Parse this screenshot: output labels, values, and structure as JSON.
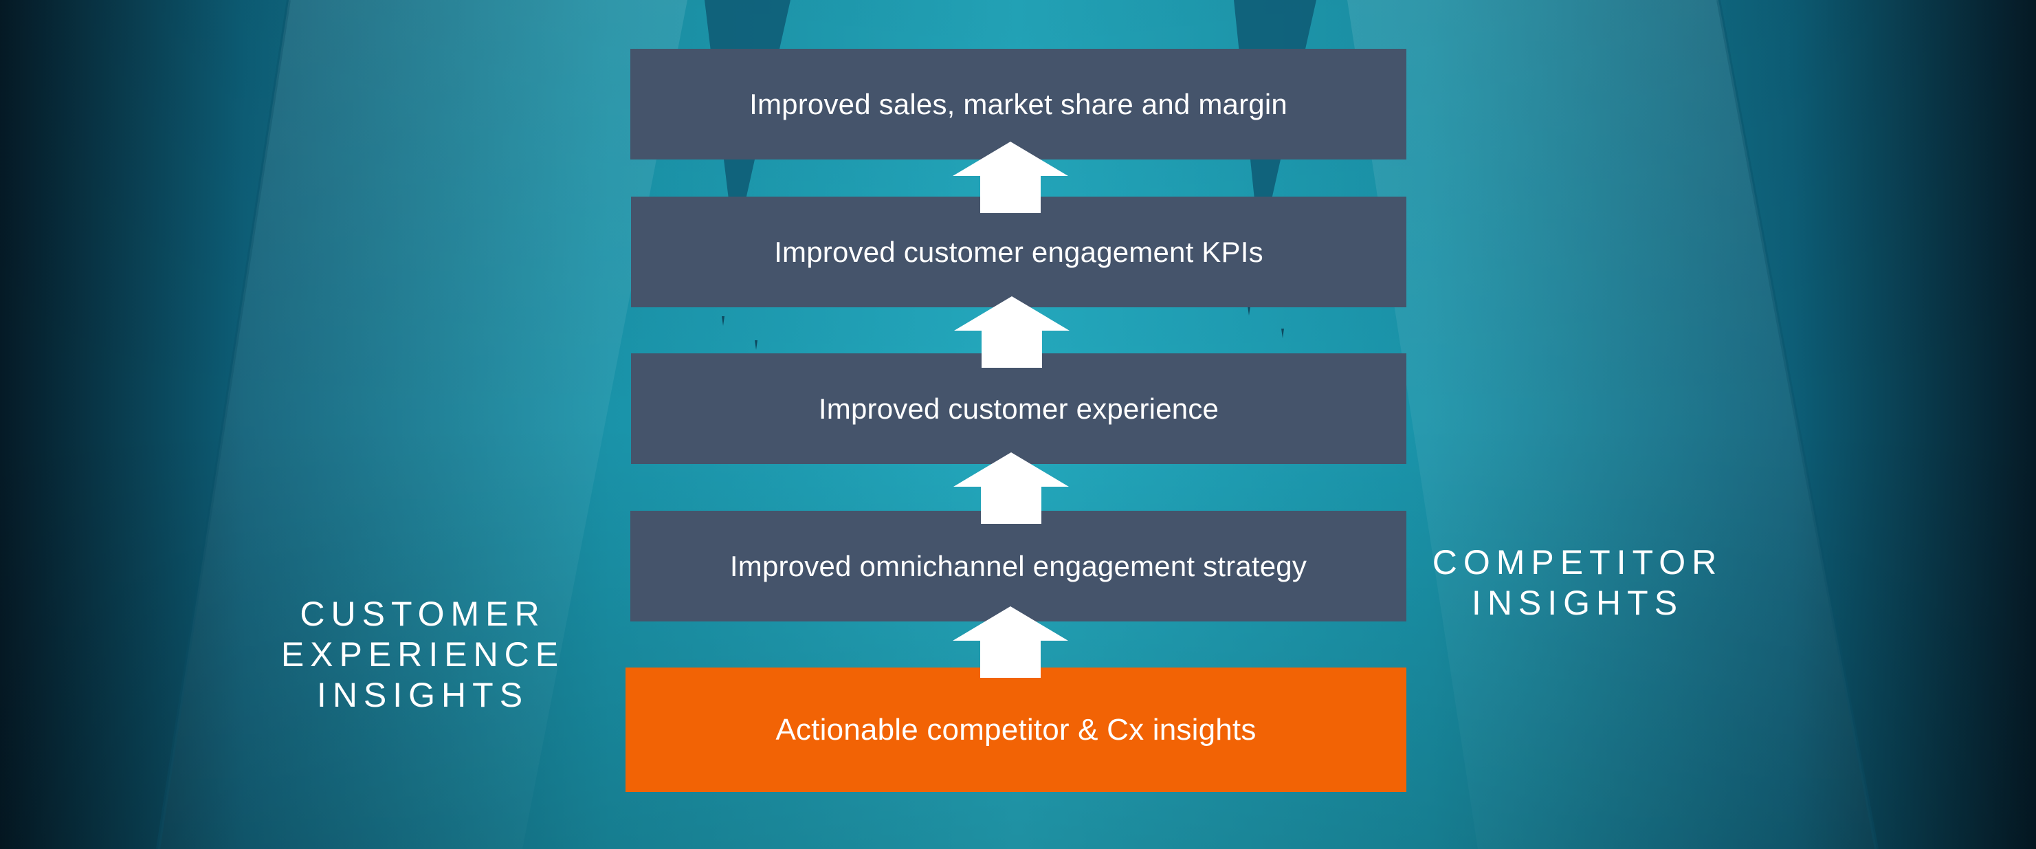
{
  "diagram": {
    "outcome_levels": [
      {
        "label": "Improved sales, market share and margin"
      },
      {
        "label": "Improved customer engagement KPIs"
      },
      {
        "label": "Improved customer experience"
      },
      {
        "label": "Improved omnichannel engagement strategy"
      }
    ],
    "base_level": {
      "label": "Actionable competitor & Cx insights"
    },
    "left_label": "CUSTOMER\nEXPERIENCE\nINSIGHTS",
    "right_label": "COMPETITOR\nINSIGHTS"
  },
  "colors": {
    "background_center": "#25aabf",
    "background_edge": "#051a26",
    "level_box": "#45546b",
    "base_box": "#f26305",
    "arrow": "#ffffff",
    "text": "#ffffff"
  }
}
